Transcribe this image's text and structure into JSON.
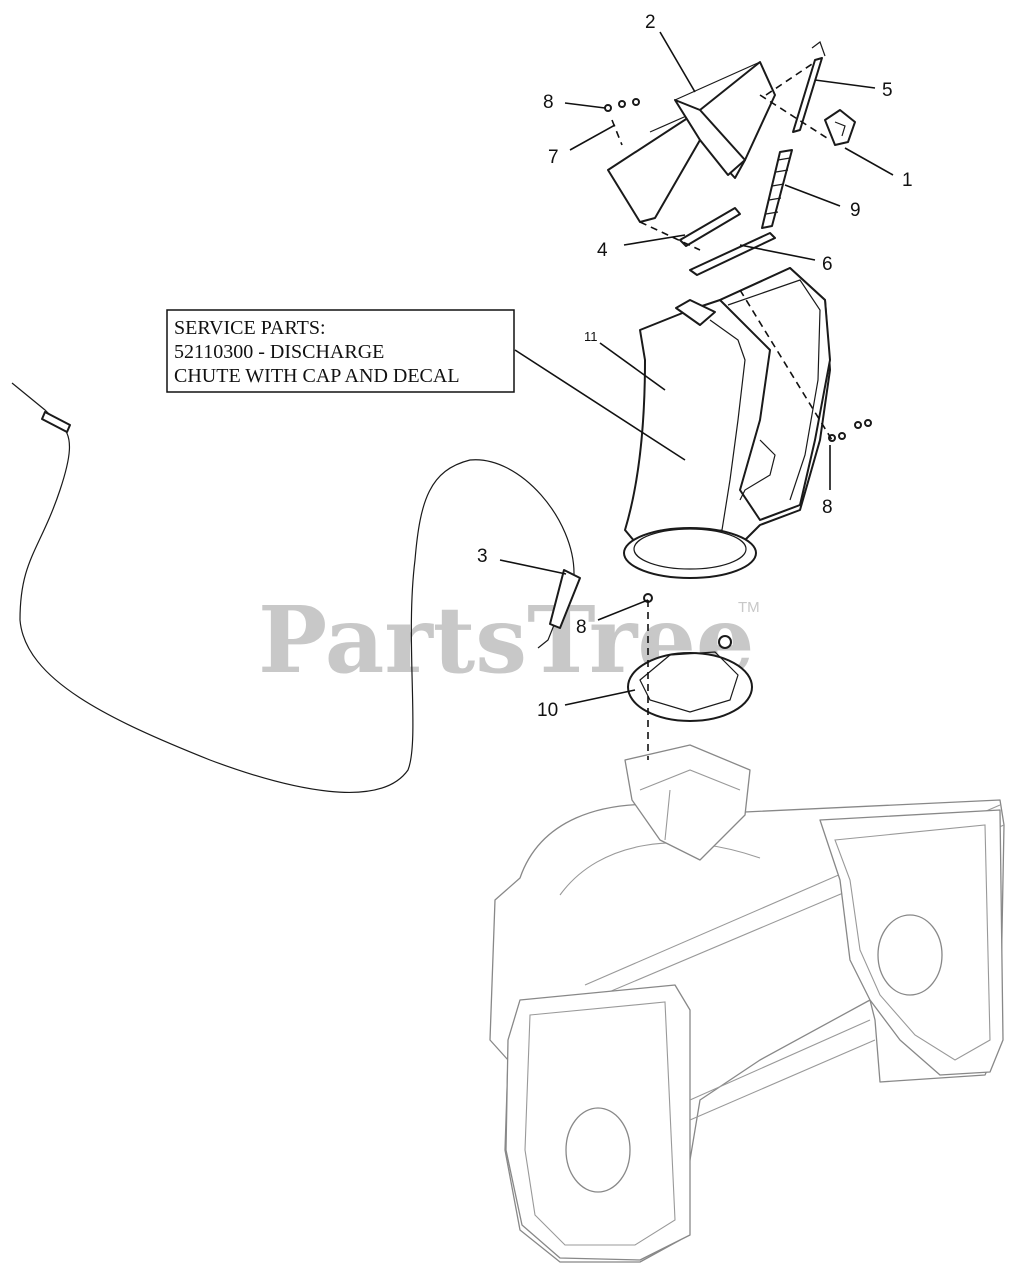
{
  "callouts": {
    "c1": "1",
    "c2": "2",
    "c3": "3",
    "c4": "4",
    "c5": "5",
    "c6": "6",
    "c7": "7",
    "c8a": "8",
    "c8b": "8",
    "c8c": "8",
    "c9": "9",
    "c10": "10",
    "c11": "11"
  },
  "service_note": {
    "line1": "SERVICE PARTS:",
    "line2": "52110300 - DISCHARGE",
    "line3": "CHUTE WITH CAP AND DECAL"
  },
  "watermark": {
    "text": "PartsTree",
    "tm": "TM"
  }
}
